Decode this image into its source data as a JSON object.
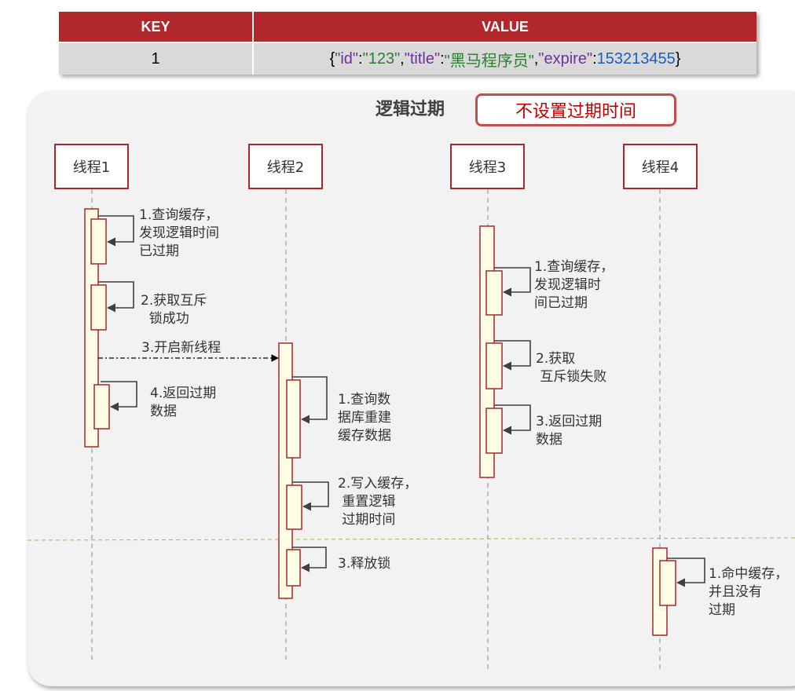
{
  "table": {
    "key_header": "KEY",
    "value_header": "VALUE",
    "row": {
      "key": "1",
      "value_tokens": [
        {
          "t": "{",
          "c": "p"
        },
        {
          "t": "\"id\"",
          "c": "k"
        },
        {
          "t": ":",
          "c": "p"
        },
        {
          "t": "\"123\"",
          "c": "s"
        },
        {
          "t": ",",
          "c": "p"
        },
        {
          "t": "\"title\"",
          "c": "k"
        },
        {
          "t": ":",
          "c": "p"
        },
        {
          "t": "\"黑马程序员\"",
          "c": "s"
        },
        {
          "t": ",",
          "c": "p"
        },
        {
          "t": "\"expire\"",
          "c": "k"
        },
        {
          "t": ":",
          "c": "p"
        },
        {
          "t": "153213455",
          "c": "n"
        },
        {
          "t": "}",
          "c": "p"
        }
      ]
    }
  },
  "panel": {
    "title": "逻辑过期",
    "badge": "不设置过期时间"
  },
  "threads": [
    {
      "label": "线程1"
    },
    {
      "label": "线程2"
    },
    {
      "label": "线程3"
    },
    {
      "label": "线程4"
    }
  ],
  "notes": {
    "t1_step1": "1.查询缓存，\n发现逻辑时间\n已过期",
    "t1_step2": "2.获取互斥\n  锁成功",
    "t1_step3": "3.开启新线程",
    "t1_step4": "4.返回过期\n数据",
    "t2_step1": "1.查询数\n据库重建\n缓存数据",
    "t2_step2": "2.写入缓存，\n 重置逻辑\n 过期时间",
    "t2_step3": "3.释放锁",
    "t3_step1": "1.查询缓存，\n发现逻辑时\n间已过期",
    "t3_step2": "2.获取\n 互斥锁失败",
    "t3_step3": "3.返回过期\n数据",
    "t4_step1": "1.命中缓存，\n并且没有\n过期"
  },
  "colors": {
    "header_red": "#b0282b",
    "row_gray": "#d9d9d9",
    "activation_fill": "#fffde6",
    "activation_border": "#a3292c",
    "badge_text": "#c00000",
    "separator": "#9bbb59"
  }
}
